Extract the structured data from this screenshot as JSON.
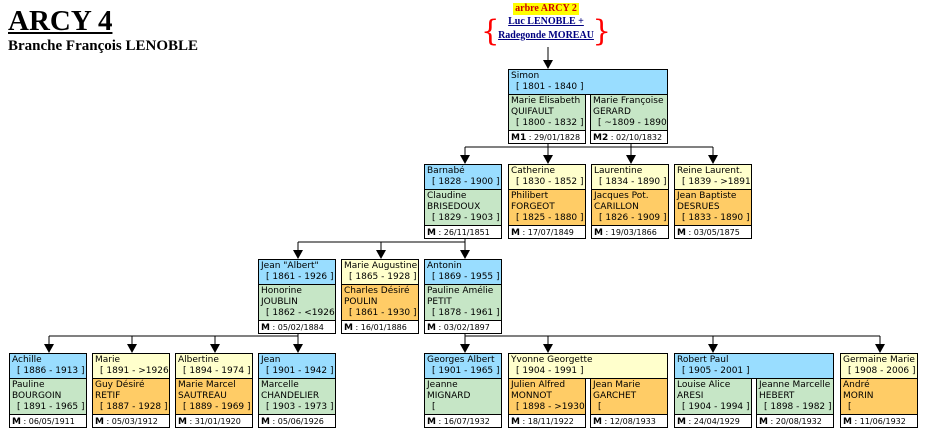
{
  "header": {
    "title": "ARCY 4",
    "subtitle": "Branche François LENOBLE"
  },
  "top_ref": {
    "title": "arbre ARCY 2",
    "line1": "Luc LENOBLE +",
    "line2": "Radegonde MOREAU",
    "bracket_left": "{",
    "bracket_right": "}"
  },
  "nodes": [
    {
      "id": "simon",
      "name": "Simon",
      "dates": "[ 1801 - 1840 ]",
      "spouses": [
        {
          "name": "Marie Elisabeth",
          "surname": "QUIFAULT",
          "dates": "[ 1800 - 1832 ]",
          "m_label": "M1",
          "m_date": "29/01/1828"
        },
        {
          "name": "Marie Françoise",
          "surname": "GERARD",
          "dates": "[ ~1809 - 1890 ]",
          "m_label": "M2",
          "m_date": "02/10/1832"
        }
      ]
    },
    {
      "id": "barnabe",
      "name": "Barnabé",
      "dates": "[ 1828 - 1900 ]",
      "spouses": [
        {
          "name": "Claudine",
          "surname": "BRISEDOUX",
          "dates": "[ 1829 - 1903 ]",
          "m_label": "M",
          "m_date": "26/11/1851"
        }
      ]
    },
    {
      "id": "catherine",
      "name": "Catherine",
      "dates": "[ 1830 - 1852 ]",
      "spouses": [
        {
          "name": "Philibert",
          "surname": "FORGEOT",
          "dates": "[ 1825 - 1880 ]",
          "m_label": "M",
          "m_date": "17/07/1849"
        }
      ]
    },
    {
      "id": "laurentine",
      "name": "Laurentine",
      "dates": "[ 1834 - 1890 ]",
      "spouses": [
        {
          "name": "Jacques Pot.",
          "surname": "CARILLON",
          "dates": "[ 1826 - 1909 ]",
          "m_label": "M",
          "m_date": "19/03/1866"
        }
      ]
    },
    {
      "id": "reine",
      "name": "Reine Laurent.",
      "dates": "[ 1839 - >1891 ]",
      "spouses": [
        {
          "name": "Jean Baptiste",
          "surname": "DESRUES",
          "dates": "[ 1833 - 1890 ]",
          "m_label": "M",
          "m_date": "03/05/1875"
        }
      ]
    },
    {
      "id": "jeanalbert",
      "name": "Jean \"Albert\"",
      "dates": "[ 1861 - 1926 ]",
      "spouses": [
        {
          "name": "Honorine",
          "surname": "JOUBLIN",
          "dates": "[ 1862 - <1926 ]",
          "m_label": "M",
          "m_date": "05/02/1884"
        }
      ]
    },
    {
      "id": "marieaug",
      "name": "Marie Augustine",
      "dates": "[ 1865 - 1928 ]",
      "spouses": [
        {
          "name": "Charles Désiré",
          "surname": "POULIN",
          "dates": "[ 1861 - 1930 ]",
          "m_label": "M",
          "m_date": "16/01/1886"
        }
      ]
    },
    {
      "id": "antonin",
      "name": "Antonin",
      "dates": "[ 1869 - 1955 ]",
      "spouses": [
        {
          "name": "Pauline Amélie",
          "surname": "PETIT",
          "dates": "[ 1878 - 1961 ]",
          "m_label": "M",
          "m_date": "03/02/1897"
        }
      ]
    },
    {
      "id": "achille",
      "name": "Achille",
      "dates": "[ 1886 - 1913 ]",
      "spouses": [
        {
          "name": "Pauline",
          "surname": "BOURGOIN",
          "dates": "[ 1891 - 1965 ]",
          "m_label": "M",
          "m_date": "06/05/1911"
        }
      ]
    },
    {
      "id": "marie",
      "name": "Marie",
      "dates": "[ 1891 - >1926 ]",
      "spouses": [
        {
          "name": "Guy Désiré",
          "surname": "RETIF",
          "dates": "[ 1887 - 1928 ]",
          "m_label": "M",
          "m_date": "05/03/1912"
        }
      ]
    },
    {
      "id": "albertine",
      "name": "Albertine",
      "dates": "[ 1894 - 1974 ]",
      "spouses": [
        {
          "name": "Marie Marcel",
          "surname": "SAUTREAU",
          "dates": "[ 1889 - 1969 ]",
          "m_label": "M",
          "m_date": "31/01/1920"
        }
      ]
    },
    {
      "id": "jean",
      "name": "Jean",
      "dates": "[ 1901 - 1942 ]",
      "spouses": [
        {
          "name": "Marcelle",
          "surname": "CHANDELIER",
          "dates": "[ 1903 - 1973 ]",
          "m_label": "M",
          "m_date": "05/06/1926"
        }
      ]
    },
    {
      "id": "georges",
      "name": "Georges Albert",
      "dates": "[ 1901 - 1965 ]",
      "spouses": [
        {
          "name": "Jeanne",
          "surname": "MIGNARD",
          "dates": "[",
          "m_label": "M",
          "m_date": "16/07/1932"
        }
      ]
    },
    {
      "id": "yvonne",
      "name": "Yvonne Georgette",
      "dates": "[ 1904 - 1991 ]",
      "spouses": [
        {
          "name": "Julien Alfred",
          "surname": "MONNOT",
          "dates": "[ 1898 - >1930 ]",
          "m_label": "M",
          "m_date": "18/11/1922"
        },
        {
          "name": "Jean Marie",
          "surname": "GARCHET",
          "dates": "[",
          "m_label": "M",
          "m_date": "12/08/1933"
        }
      ]
    },
    {
      "id": "robert",
      "name": "Robert Paul",
      "dates": "[ 1905 - 2001 ]",
      "spouses": [
        {
          "name": "Louise Alice",
          "surname": "ARESI",
          "dates": "[ 1904 - 1994 ]",
          "m_label": "M",
          "m_date": "24/04/1929"
        },
        {
          "name": "Jeanne Marcelle",
          "surname": "HEBERT",
          "dates": "[ 1898 - 1982 ]",
          "m_label": "M",
          "m_date": "20/08/1932"
        }
      ]
    },
    {
      "id": "germaine",
      "name": "Germaine Marie",
      "dates": "[ 1908 - 2006 ]",
      "spouses": [
        {
          "name": "André",
          "surname": "MORIN",
          "dates": "[",
          "m_label": "M",
          "m_date": "11/06/1932"
        }
      ]
    }
  ]
}
